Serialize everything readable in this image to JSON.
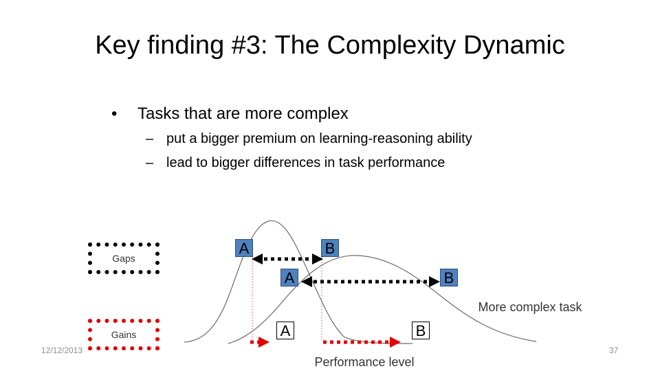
{
  "slide": {
    "title": "Key finding #3: The Complexity Dynamic",
    "bullets": {
      "main": "Tasks that are more complex",
      "dash": "–",
      "sub": [
        "put a bigger premium on learning-reasoning ability",
        "lead to bigger differences in task performance"
      ]
    }
  },
  "diagram": {
    "legend": {
      "gaps": "Gaps",
      "gains": "Gains"
    },
    "labels": {
      "a": "A",
      "b": "B"
    },
    "curve_caption": "More complex task",
    "axis_label": "Performance level",
    "colors": {
      "gaps": "#000000",
      "gains": "#e00000",
      "tag_blue": "#4f81bd",
      "curve": "#6b6b6b"
    }
  },
  "footer": {
    "date": "12/12/2013",
    "page": "37"
  }
}
